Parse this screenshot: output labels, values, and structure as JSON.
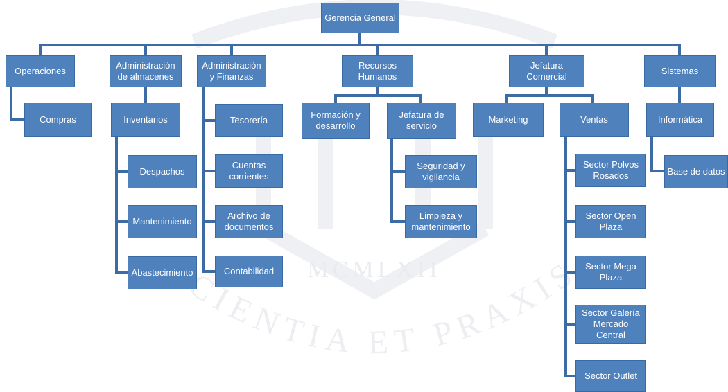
{
  "watermark": {
    "year": "MCMLXII",
    "motto": "SCIENTIA ET PRAXIS"
  },
  "org_chart": {
    "root": "Gerencia General",
    "departments": {
      "operaciones": {
        "label": "Operaciones",
        "children": [
          "Compras"
        ]
      },
      "almacenes": {
        "label": "Administración de almacenes",
        "children": [
          "Inventarios"
        ],
        "inventarios_children": [
          "Despachos",
          "Mantenimiento",
          "Abastecimiento"
        ]
      },
      "finanzas": {
        "label": "Administración y Finanzas",
        "children": [
          "Tesorería",
          "Cuentas corrientes",
          "Archivo de documentos",
          "Contabilidad"
        ]
      },
      "rrhh": {
        "label": "Recursos Humanos",
        "children": [
          "Formación y desarrollo",
          "Jefatura de servicio"
        ],
        "servicio_children": [
          "Seguridad y vigilancia",
          "Limpieza y mantenimiento"
        ]
      },
      "comercial": {
        "label": "Jefatura Comercial",
        "children": [
          "Marketing",
          "Ventas"
        ],
        "ventas_children": [
          "Sector Polvos Rosados",
          "Sector Open Plaza",
          "Sector Mega Plaza",
          "Sector Galería Mercado Central",
          "Sector Outlet"
        ]
      },
      "sistemas": {
        "label": "Sistemas",
        "children": [
          "Informática"
        ],
        "informatica_children": [
          "Base de datos"
        ]
      }
    }
  },
  "colors": {
    "box": "#4f81bd",
    "box_border": "#3a6aa3",
    "line": "#3d6ba4",
    "watermark": "#eef0f3"
  }
}
